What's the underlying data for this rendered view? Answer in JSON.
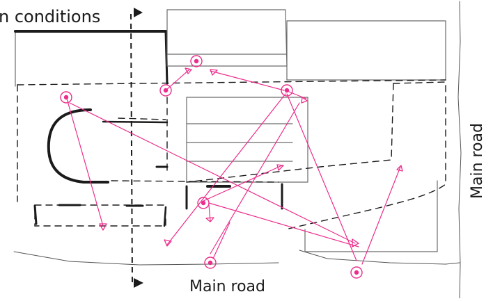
{
  "labels": {
    "top_left": "n conditions",
    "right_road": "Main road",
    "bottom_road": "Main road"
  },
  "colors": {
    "ink": "#1b1b1b",
    "pencil": "#6a6a6a",
    "marker": "#ec2d8c",
    "paper": "#ffffff"
  }
}
